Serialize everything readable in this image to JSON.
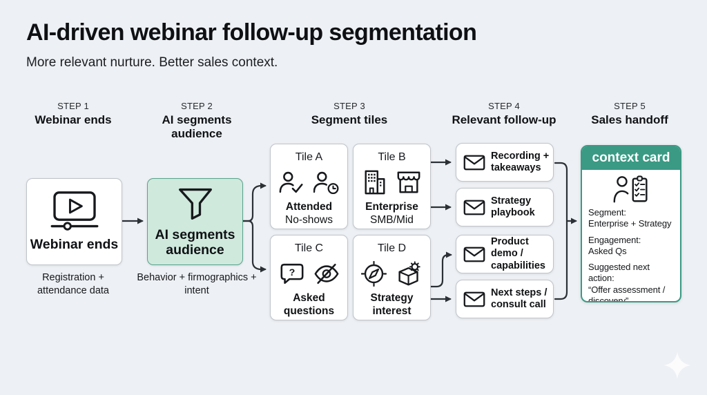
{
  "title": "AI-driven webinar follow-up segmentation",
  "subtitle": "More relevant nurture. Better sales context.",
  "steps": [
    {
      "label": "STEP 1",
      "name": "Webinar ends"
    },
    {
      "label": "STEP 2",
      "name": "AI segments audience"
    },
    {
      "label": "STEP 3",
      "name": "Segment tiles"
    },
    {
      "label": "STEP 4",
      "name": "Relevant follow-up"
    },
    {
      "label": "STEP 5",
      "name": "Sales handoff"
    }
  ],
  "flow": {
    "webinar": {
      "label": "Webinar ends",
      "caption": "Registration + attendance data",
      "icon": "video-player-icon"
    },
    "ai": {
      "label": "AI segments audience",
      "caption": "Behavior + firmographics + intent",
      "icon": "funnel-icon"
    }
  },
  "tiles": [
    {
      "title": "Tile A",
      "icons": [
        "person-check-icon",
        "person-clock-icon"
      ],
      "line1": "Attended",
      "line2": "No-shows"
    },
    {
      "title": "Tile B",
      "icons": [
        "office-building-icon",
        "storefront-icon"
      ],
      "line1": "Enterprise",
      "line2": "SMB/Mid"
    },
    {
      "title": "Tile C",
      "icons": [
        "question-bubble-icon",
        "eye-off-icon"
      ],
      "line1": "Asked",
      "line2": "questions"
    },
    {
      "title": "Tile D",
      "icons": [
        "compass-icon",
        "package-gear-icon"
      ],
      "line1": "Strategy",
      "line2": "interest"
    }
  ],
  "followups": [
    {
      "label": "Recording + takeaways",
      "icon": "envelope-icon"
    },
    {
      "label": "Strategy playbook",
      "icon": "envelope-icon"
    },
    {
      "label": "Product demo / capabilities",
      "icon": "envelope-icon"
    },
    {
      "label": "Next steps / consult call",
      "icon": "envelope-icon"
    }
  ],
  "context_card": {
    "header": "context card",
    "icon": "person-clipboard-icon",
    "fields": [
      {
        "label": "Segment:",
        "value": "Enterprise + Strategy"
      },
      {
        "label": "Engagement:",
        "value": "Asked Qs"
      },
      {
        "label": "Suggested next action:",
        "value": "“Offer assessment / discovery”"
      }
    ]
  },
  "colors": {
    "background": "#edf0f4",
    "accent_green": "#3a9a84",
    "mint_fill": "#cfe9dd",
    "mint_border": "#57a28a",
    "connector": "#2b3036",
    "card_border": "#bfc4ca",
    "text": "#121417"
  }
}
